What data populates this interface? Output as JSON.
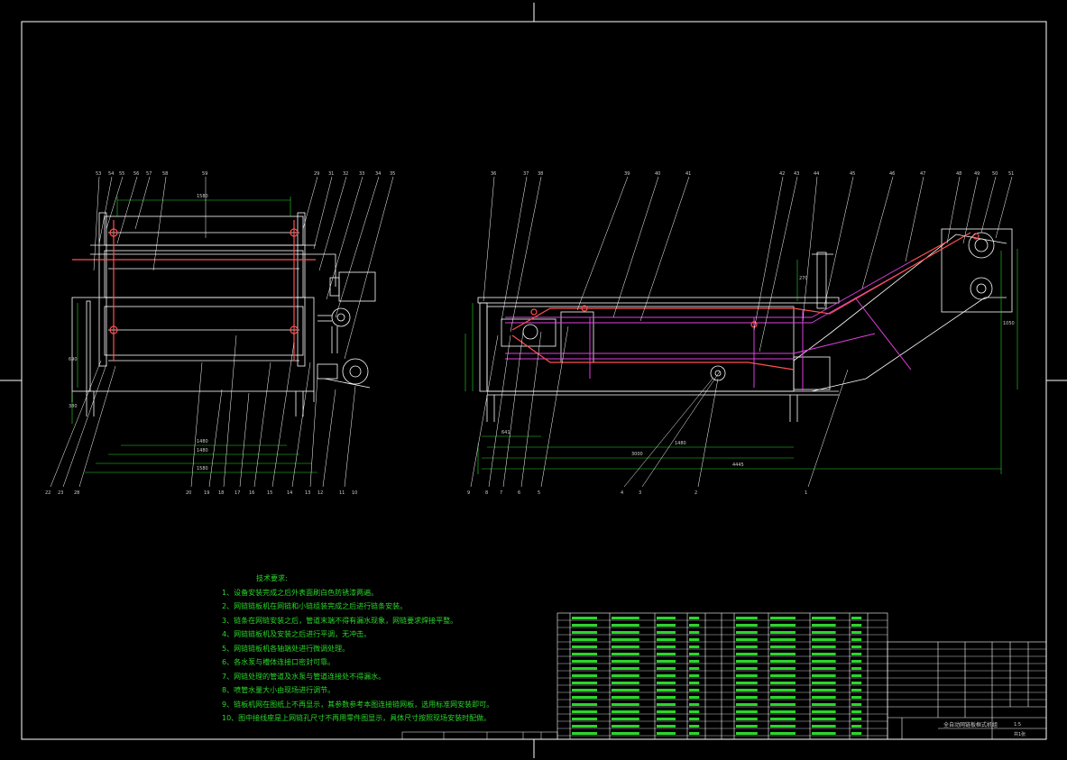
{
  "technical_requirements": {
    "title": "技术要求:",
    "items": [
      "1、设备安装完成之后外表面刷白色防锈漆两遍。",
      "2、网链链板机在网链和小链组装完成之后进行链条安装。",
      "3、链条在网链安装之后，管道末端不得有漏水现象，网链要求焊接平整。",
      "4、网链链板机及安装之后进行平调，无冲击。",
      "5、网链链板机各轴端处进行微调处理。",
      "6、各水泵与槽体连接口密封可靠。",
      "7、网链处理的管道及水泵与管道连接处不得漏水。",
      "8、喷管水量大小由现场进行调节。",
      "9、链板机网在图纸上不再显示，其参数参考本图连接链网板，选用标准网安装即可。",
      "10、图中接线座是上网链孔尺寸不再用零件图显示，具体尺寸按照现场安装时配做。"
    ]
  },
  "dimensions": {
    "front_top": "1580",
    "front_b1": "1480",
    "front_b2": "1480",
    "front_b3": "1580",
    "front_h1": "690",
    "front_h2": "380",
    "side_b1": "1480",
    "side_b2": "3000",
    "side_b3": "4445",
    "side_b4": "641",
    "side_h1": "270",
    "side_h2": "1050"
  },
  "callouts": {
    "front_top": [
      "53",
      "54",
      "55",
      "56",
      "57",
      "58",
      "59",
      "29",
      "31",
      "32",
      "33",
      "34",
      "35"
    ],
    "front_bottom": [
      "22",
      "23",
      "28",
      "20",
      "19",
      "18",
      "17",
      "16",
      "15",
      "14",
      "13",
      "12",
      "11",
      "10"
    ],
    "side_top": [
      "36",
      "37",
      "38",
      "39",
      "40",
      "41",
      "42",
      "43",
      "44",
      "45",
      "46",
      "47",
      "48",
      "49",
      "50",
      "51"
    ],
    "side_bottom": [
      "9",
      "8",
      "7",
      "6",
      "5",
      "4",
      "3",
      "2",
      "1"
    ]
  },
  "title_block": {
    "drawing_name": "全自动网链板框式机组",
    "scale": "1:5",
    "sheet": "共1张"
  },
  "colors": {
    "frame": "#ffffff",
    "machine": "#ffffff",
    "piping": "#e040e0",
    "chain": "#ff5050",
    "annotation": "#2bd62b"
  }
}
